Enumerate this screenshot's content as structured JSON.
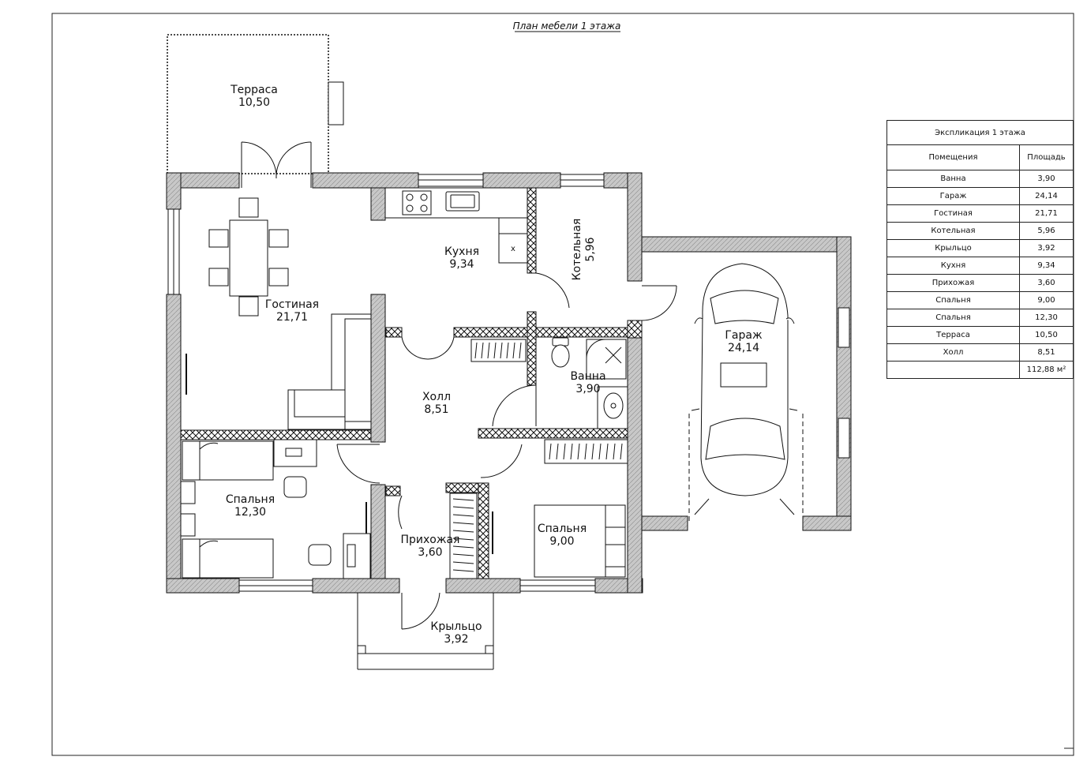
{
  "drawing": {
    "title": "План мебели 1 этажа"
  },
  "rooms": [
    {
      "id": "terrace",
      "name": "Терраса",
      "area": "10,50"
    },
    {
      "id": "living",
      "name": "Гостиная",
      "area": "21,71"
    },
    {
      "id": "kitchen",
      "name": "Кухня",
      "area": "9,34"
    },
    {
      "id": "boiler",
      "name": "Котельная",
      "area": "5,96"
    },
    {
      "id": "garage",
      "name": "Гараж",
      "area": "24,14"
    },
    {
      "id": "hall",
      "name": "Холл",
      "area": "8,51"
    },
    {
      "id": "bath",
      "name": "Ванна",
      "area": "3,90"
    },
    {
      "id": "bedroom1",
      "name": "Спальня",
      "area": "12,30"
    },
    {
      "id": "entry",
      "name": "Прихожая",
      "area": "3,60"
    },
    {
      "id": "bedroom2",
      "name": "Спальня",
      "area": "9,00"
    },
    {
      "id": "porch",
      "name": "Крыльцо",
      "area": "3,92"
    }
  ],
  "explication": {
    "title": "Экспликация 1 этажа",
    "col_room": "Помещения",
    "col_area": "Площадь",
    "rows": [
      {
        "room": "Ванна",
        "area": "3,90"
      },
      {
        "room": "Гараж",
        "area": "24,14"
      },
      {
        "room": "Гостиная",
        "area": "21,71"
      },
      {
        "room": "Котельная",
        "area": "5,96"
      },
      {
        "room": "Крыльцо",
        "area": "3,92"
      },
      {
        "room": "Кухня",
        "area": "9,34"
      },
      {
        "room": "Прихожая",
        "area": "3,60"
      },
      {
        "room": "Спальня",
        "area": "9,00"
      },
      {
        "room": "Спальня",
        "area": "12,30"
      },
      {
        "room": "Терраса",
        "area": "10,50"
      },
      {
        "room": "Холл",
        "area": "8,51"
      }
    ],
    "total": "112,88 м²"
  },
  "colors": {
    "wall_fill": "#c8c8c8",
    "line": "#111111"
  }
}
